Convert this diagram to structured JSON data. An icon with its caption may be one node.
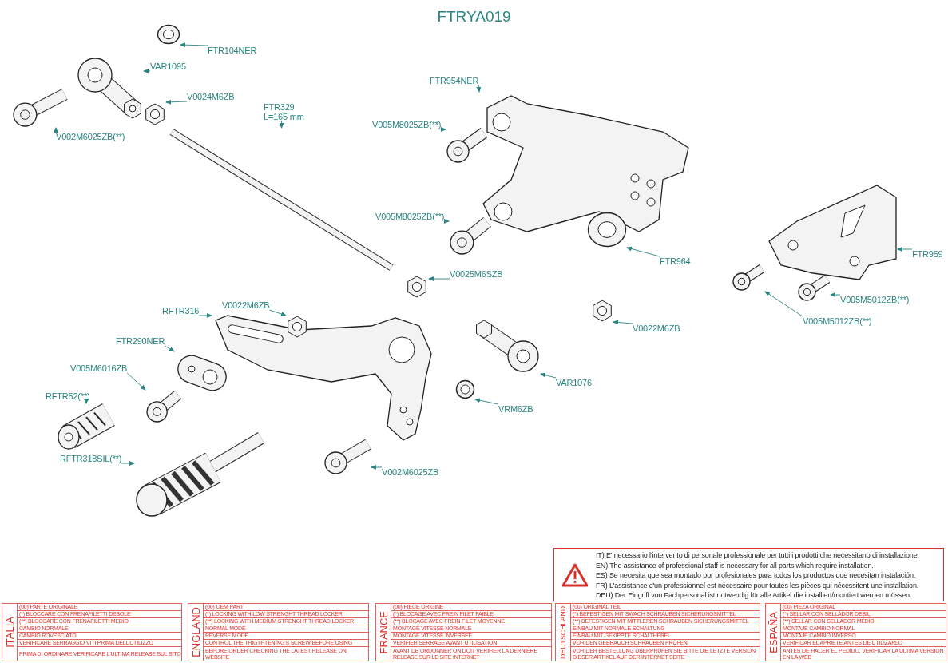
{
  "diagram": {
    "title": "FTRYA019",
    "nodes": [
      {
        "text": [
          "FTR104NER"
        ]
      },
      {
        "text": [
          "VAR1095"
        ]
      },
      {
        "text": [
          "V0024M6ZB"
        ]
      },
      {
        "text": [
          "V002M6025ZB(**)"
        ]
      },
      {
        "text": [
          "FTR329 L=165 mm"
        ]
      },
      {
        "text": [
          "FTR954NER"
        ]
      },
      {
        "text": [
          "V005M8025ZB(**)"
        ]
      },
      {
        "text": [
          "V005M8025ZB(**)"
        ]
      },
      {
        "text": [
          "FTR964"
        ]
      },
      {
        "text": [
          "V0025M6SZB"
        ]
      },
      {
        "text": [
          "FTR959"
        ]
      },
      {
        "text": [
          "V005M5012ZB(**)"
        ]
      },
      {
        "text": [
          "V005M5012ZB(**)"
        ]
      },
      {
        "text": [
          "RFTR316"
        ]
      },
      {
        "text": [
          "V0022M6ZB"
        ]
      },
      {
        "text": [
          "V0022M6ZB"
        ]
      },
      {
        "text": [
          "FTR290NER"
        ]
      },
      {
        "text": [
          "V005M6016ZB"
        ]
      },
      {
        "text": [
          "RFTR52(**)"
        ]
      },
      {
        "text": [
          "VAR1076"
        ]
      },
      {
        "text": [
          "VRM6ZB"
        ]
      },
      {
        "text": [
          "RFTR318SIL(**)"
        ]
      },
      {
        "text": [
          "V002M6025ZB"
        ]
      },
      {
        "text": [],
        "shape": "picture"
      },
      {
        "text": [],
        "shape": "picture"
      },
      {
        "text": [],
        "shape": "picture"
      },
      {
        "text": [],
        "shape": "picture"
      },
      {
        "text": [],
        "shape": "picture"
      },
      {
        "text": [],
        "shape": "picture"
      },
      {
        "text": [],
        "shape": "picture"
      },
      {
        "text": [],
        "shape": "picture"
      },
      {
        "text": [],
        "shape": "picture"
      },
      {
        "text": [],
        "shape": "picture"
      },
      {
        "text": [],
        "shape": "picture"
      },
      {
        "text": [],
        "shape": "picture"
      },
      {
        "text": [],
        "shape": "picture"
      },
      {
        "text": [],
        "shape": "picture"
      },
      {
        "text": [],
        "shape": "picture"
      },
      {
        "text": [],
        "shape": "picture"
      },
      {
        "text": [],
        "shape": "picture"
      },
      {
        "text": [],
        "shape": "picture"
      },
      {
        "text": [],
        "shape": "picture"
      },
      {
        "text": [],
        "shape": "picture"
      },
      {
        "text": [],
        "shape": "picture"
      },
      {
        "text": [],
        "shape": "picture"
      },
      {
        "text": [],
        "shape": "picture"
      }
    ],
    "edges": [
      {
        "from": 0,
        "to": 23,
        "arrow": "to"
      },
      {
        "from": 1,
        "to": 24,
        "arrow": "to"
      },
      {
        "from": 2,
        "to": 25,
        "arrow": "to"
      },
      {
        "from": 3,
        "to": 26,
        "arrow": "to"
      },
      {
        "from": 4,
        "to": 27,
        "arrow": "to"
      },
      {
        "from": 5,
        "to": 28,
        "arrow": "to"
      },
      {
        "from": 6,
        "to": 29,
        "arrow": "to"
      },
      {
        "from": 7,
        "to": 30,
        "arrow": "to"
      },
      {
        "from": 8,
        "to": 31,
        "arrow": "to"
      },
      {
        "from": 9,
        "to": 32,
        "arrow": "to"
      },
      {
        "from": 10,
        "to": 33,
        "arrow": "to"
      },
      {
        "from": 11,
        "to": 34,
        "arrow": "to"
      },
      {
        "from": 12,
        "to": 35,
        "arrow": "to"
      },
      {
        "from": 13,
        "to": 36,
        "arrow": "to"
      },
      {
        "from": 14,
        "to": 37,
        "arrow": "to"
      },
      {
        "from": 15,
        "to": 38,
        "arrow": "to"
      },
      {
        "from": 16,
        "to": 39,
        "arrow": "to"
      },
      {
        "from": 17,
        "to": 40,
        "arrow": "to"
      },
      {
        "from": 18,
        "to": 41,
        "arrow": "to"
      },
      {
        "from": 19,
        "to": 42,
        "arrow": "to"
      },
      {
        "from": 20,
        "to": 43,
        "arrow": "to"
      },
      {
        "from": 21,
        "to": 44,
        "arrow": "to"
      },
      {
        "from": 22,
        "to": 45,
        "arrow": "to"
      }
    ],
    "labels": [
      "IT) E' necessario l'intervento di personale professionale per tutti i prodotti che necessitano di installazione.",
      "EN) The assistance of professional staff is necessary for all parts which require installation.",
      "ES) Se necesita que sea montado por profesionales para todos los productos que necesitan instalación.",
      "FR) L'assistance d'un professionnel est nécessaire pour toutes les pièces qui nécessitent une installation.",
      "DEU) Der Eingriff von Fachpersonal ist notwendig für alle Artikel die installiert/montiert werden müssen.",
      "ITALIA",
      "(00) PARTE ORIGINALE",
      "(*) BLOCCARE CON FRENAFILETTI DEBOLE",
      "(**) BLOCCARE CON FRENAFILETTI MEDIO",
      "CAMBIO NORMALE",
      "CAMBIO ROVESCIATO",
      "VERIFICARE SERRAGGIO VITI PRIMA DELL'UTILIZZO",
      "PRIMA DI ORDINARE VERIFICARE L'ULTIMA RELEASE SUL SITO",
      "ENGLAND",
      "(00) OEM PART",
      "(*) LOCKING WITH LOW STRENGHT THREAD LOCKER",
      "(**) LOCKING WITH MEDIUM STRENGHT THREAD LOCKER",
      "NORMAL MODE",
      "REVERSE MODE",
      "CONTROL THE THIGTHTENING'S SCREW BEFORE USING",
      "BEFORE ORDER CHECKING THE LATEST RELEASE ON WEBSITE",
      "FRANCE",
      "(00) PIECE ORIGINE",
      "(*) BLOCAGE AVEC FREIN FILET FAIBLE",
      "(**) BLOCAGE AVEC FREIN FILET MOYENNE",
      "MONTAGE VITESSE NORMALE",
      "MONTAGE VITESSE INVERSEE",
      "VERIFIER SERRAGE AVANT UTILISATION",
      "AVANT DE ORDONNER ON DOIT VÉRIFIER LA DERNIÉRE RELEASE SUR LE SITE INTERNET",
      "DEUTSCHLAND",
      "(00) ORIGINAL TEIL",
      "(*) BEFESTIGEN MIT SWACH SCHRAUBEN SICHERUNGSMITTEL",
      "(**) BEFESTIGEN MIT MITTLEREN SCHRAUBEN SICHERUNGSMITTEL",
      "EINBAU MIT NORMALE SCHALTUNG",
      "EINBAU MIT GEKIPPTE SCHALTHEBEL",
      "VOR DEN GEBRAUCH SCHRAUBEN PRÜFEN",
      "VOR DER BESTELLUNG ÜBERPRÜFEN SIE BITTE DIE LETZTE VERSION DIESER ARTIKEL AUF DER INTERNET SEITE",
      "ESPAÑA",
      "(00) PIEZA ORIGINAL",
      "(*) SELLAR CON SELLADOR DEBIL",
      "(**) SELLAR CON SELLADOR MEDIO",
      "MONTAJE CAMBIO NORMAL",
      "MONTAJE CAMBIO INVERSO",
      "VERIFICAR EL APRIETE ANTES DE UTILIZARLO",
      "ANTES DE HACER EL PEDIDO, VERIFICAR LA ULTIMA VERSION EN LA WEB"
    ]
  }
}
